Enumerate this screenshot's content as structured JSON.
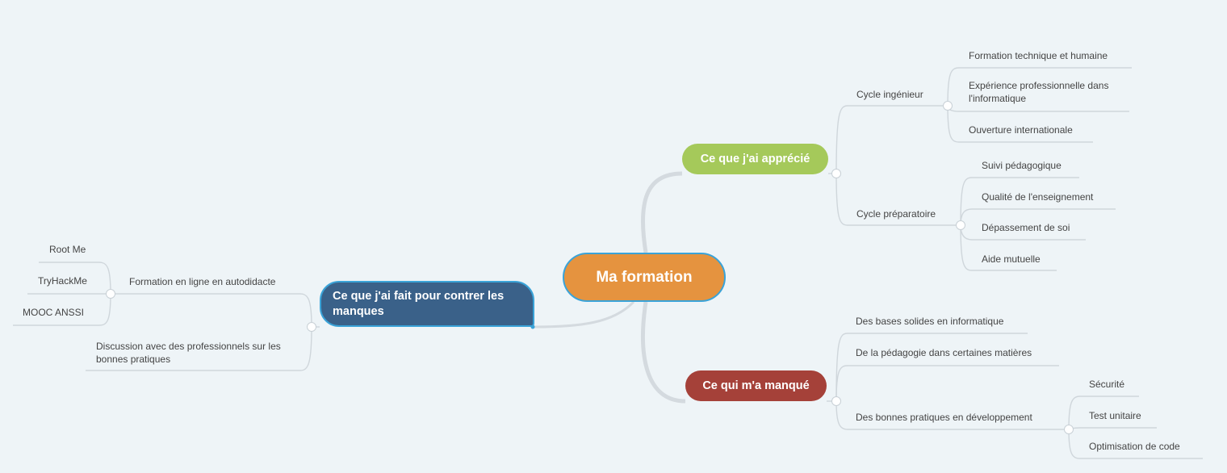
{
  "central": "Ma formation",
  "branches": {
    "apprecie": {
      "label": "Ce que j'ai apprécié",
      "cycle_ingenieur": {
        "label": "Cycle ingénieur",
        "items": [
          "Formation technique et humaine",
          "Expérience professionnelle dans l'informatique",
          "Ouverture internationale"
        ]
      },
      "cycle_preparatoire": {
        "label": "Cycle préparatoire",
        "items": [
          "Suivi pédagogique",
          "Qualité de l'enseignement",
          "Dépassement de soi",
          "Aide mutuelle"
        ]
      }
    },
    "manque": {
      "label": "Ce qui m'a manqué",
      "items": [
        "Des bases solides en informatique",
        "De la pédagogie dans certaines matières"
      ],
      "bonnes_pratiques": {
        "label": "Des bonnes pratiques en développement",
        "items": [
          "Sécurité",
          "Test unitaire",
          "Optimisation de code"
        ]
      }
    },
    "contrer": {
      "label": "Ce que j'ai fait pour contrer les manques",
      "formation_ligne": {
        "label": "Formation en ligne en autodidacte",
        "items": [
          "Root Me",
          "TryHackMe",
          "MOOC ANSSI"
        ]
      },
      "discussion": "Discussion avec des professionnels sur les bonnes pratiques"
    }
  },
  "colors": {
    "background": "#eef4f7",
    "central": "#e5933f",
    "apprecie": "#a5c95a",
    "manque": "#a54139",
    "contrer": "#3a6189",
    "selection_border": "#3aa3d8",
    "connector": "#cfd6db"
  }
}
